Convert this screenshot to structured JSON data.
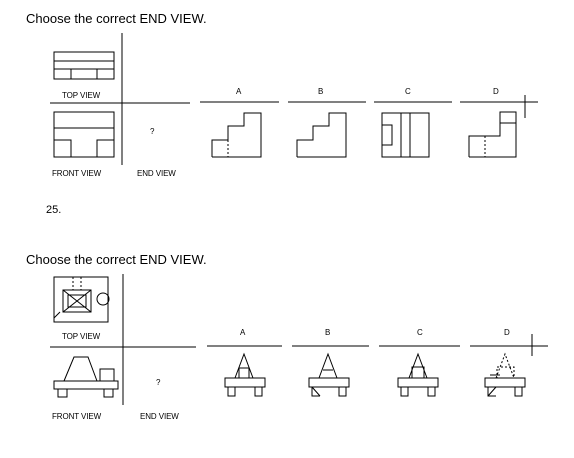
{
  "question1": {
    "prompt": "Choose the correct END VIEW.",
    "top_view_label": "TOP VIEW",
    "front_view_label": "FRONT VIEW",
    "end_view_label": "END VIEW",
    "unknown_mark": "?",
    "options": [
      "A",
      "B",
      "C",
      "D"
    ]
  },
  "question_number": "25.",
  "question2": {
    "prompt": "Choose the correct END VIEW.",
    "top_view_label": "TOP VIEW",
    "front_view_label": "FRONT VIEW",
    "end_view_label": "END VIEW",
    "unknown_mark": "?",
    "options": [
      "A",
      "B",
      "C",
      "D"
    ]
  }
}
